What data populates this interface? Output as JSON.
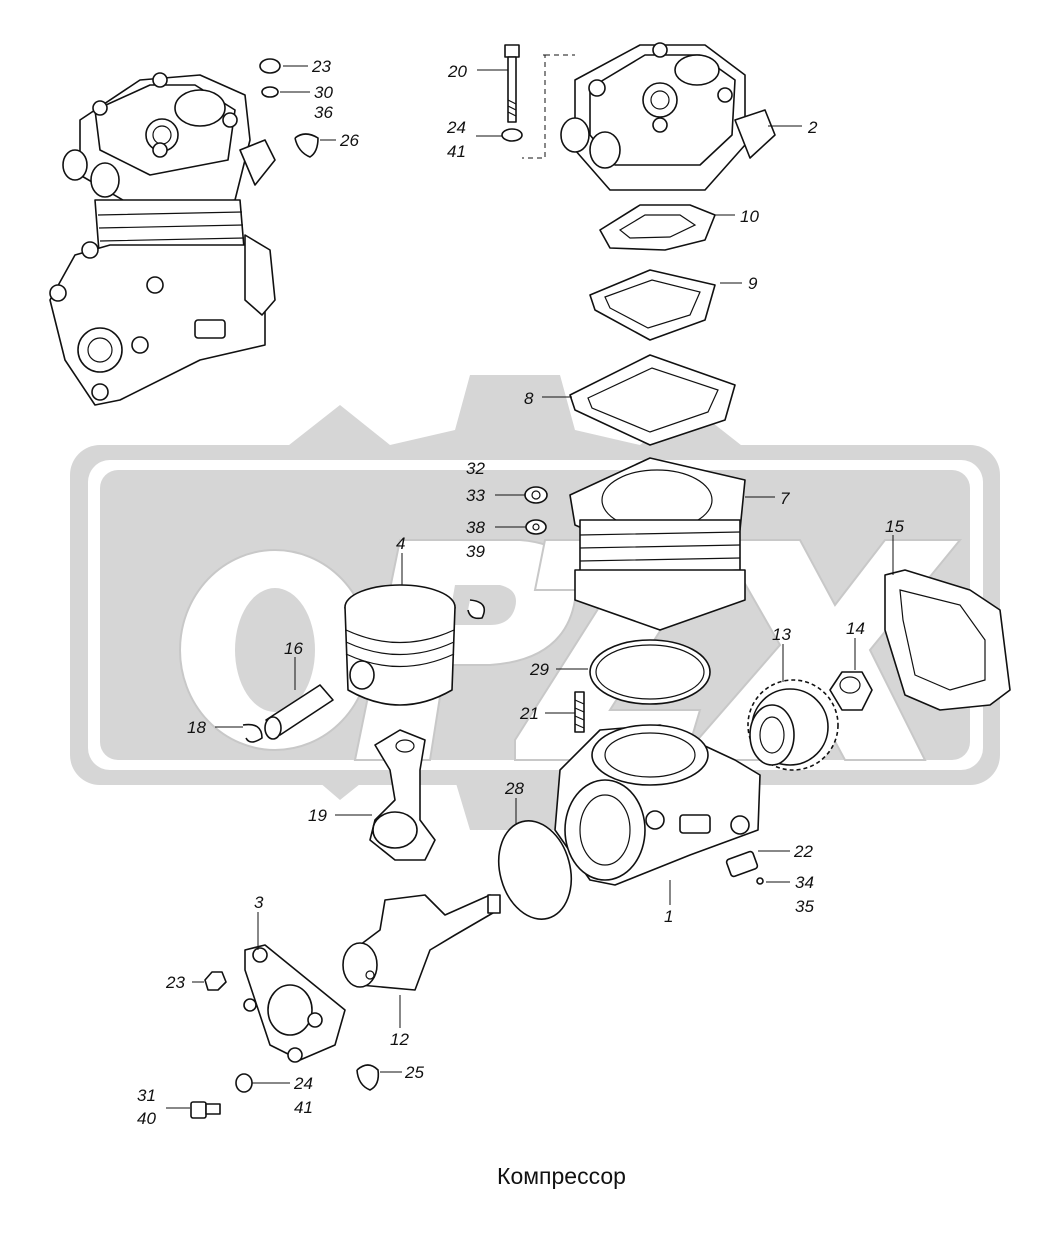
{
  "caption": "Компрессор",
  "labels": {
    "l23a": "23",
    "l30": "30",
    "l36": "36",
    "l26": "26",
    "l20": "20",
    "l24a": "24",
    "l41a": "41",
    "l2": "2",
    "l10": "10",
    "l9": "9",
    "l8": "8",
    "l32": "32",
    "l33": "33",
    "l38": "38",
    "l39": "39",
    "l7": "7",
    "l4": "4",
    "l15": "15",
    "l16": "16",
    "l18": "18",
    "l29": "29",
    "l21": "21",
    "l13": "13",
    "l14": "14",
    "l19": "19",
    "l28": "28",
    "l22": "22",
    "l34": "34",
    "l35": "35",
    "l1": "1",
    "l3": "3",
    "l23b": "23",
    "l12": "12",
    "l25": "25",
    "l31": "31",
    "l40": "40",
    "l24b": "24",
    "l41b": "41"
  },
  "colors": {
    "watermark": "#d6d6d6",
    "line": "#111111"
  }
}
